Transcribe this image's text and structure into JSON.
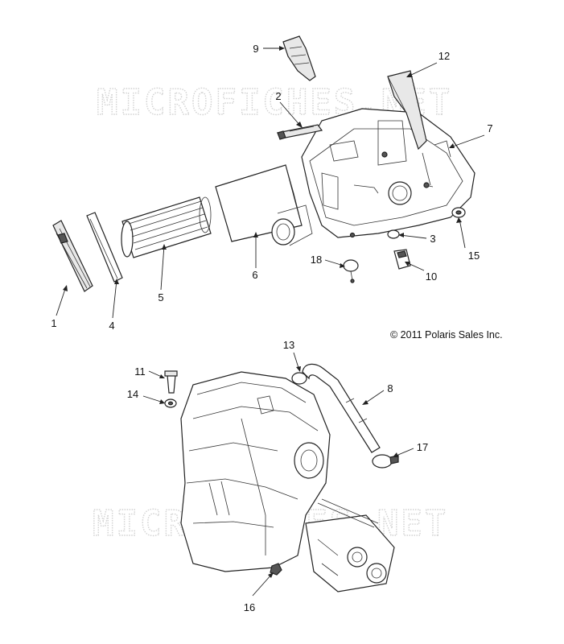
{
  "watermark": {
    "text": "MICROFICHES.NET"
  },
  "copyright": "© 2011 Polaris Sales Inc.",
  "callouts": {
    "c1": "1",
    "c2": "2",
    "c3": "3",
    "c4": "4",
    "c5": "5",
    "c6": "6",
    "c7": "7",
    "c8": "8",
    "c9": "9",
    "c10": "10",
    "c11": "11",
    "c12": "12",
    "c13": "13",
    "c14": "14",
    "c15": "15",
    "c16": "16",
    "c17": "17",
    "c18": "18"
  }
}
